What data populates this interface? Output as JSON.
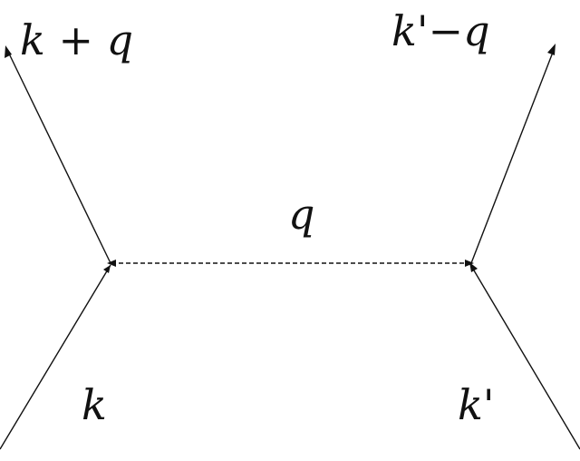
{
  "labels": {
    "top_left": "k + q",
    "top_right": "k'−q",
    "propagator": "q",
    "bottom_left": "k",
    "bottom_right": "k'"
  }
}
